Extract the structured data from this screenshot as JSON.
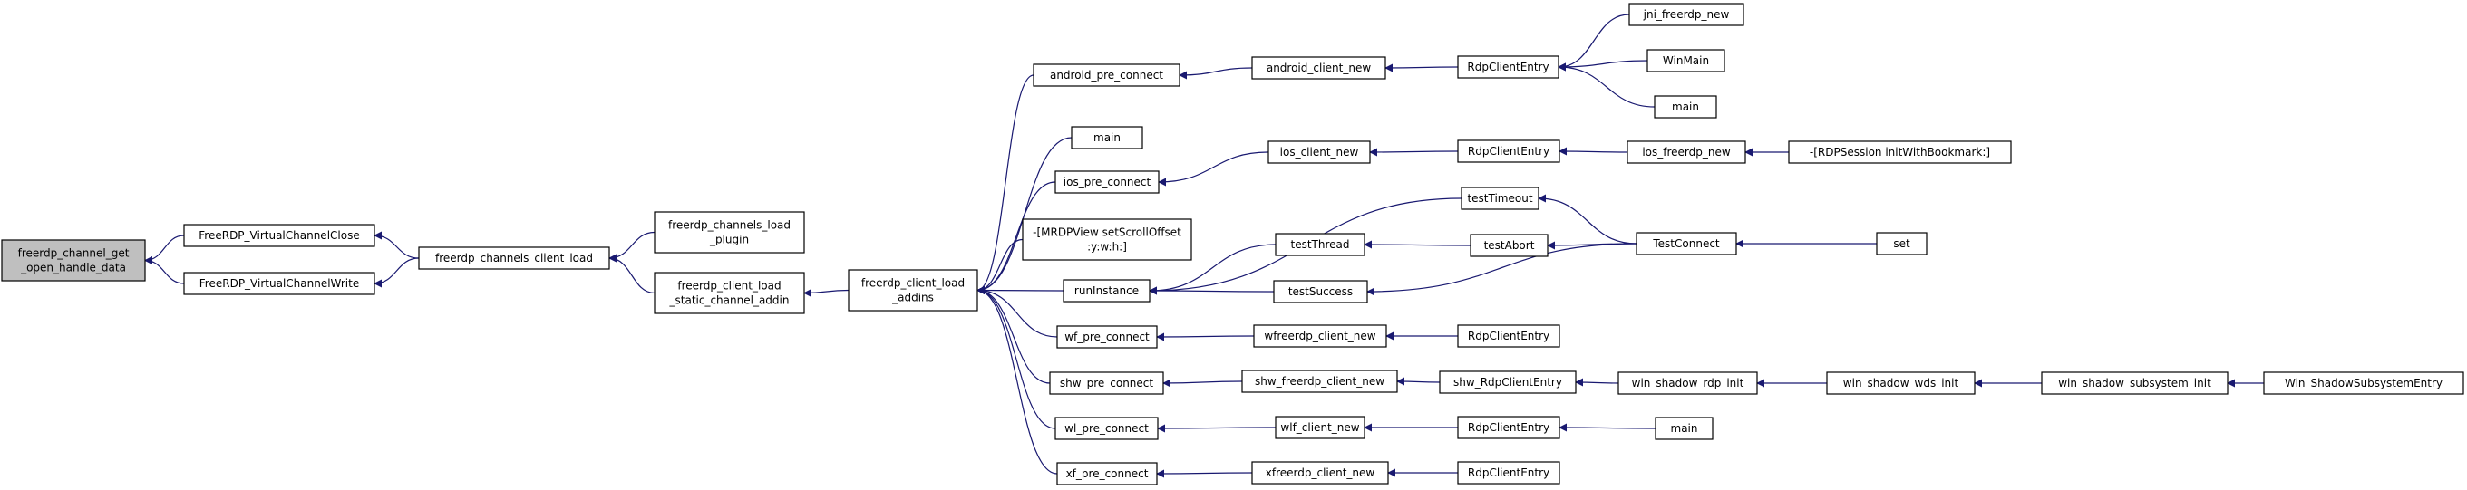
{
  "nodes": [
    {
      "id": "n0",
      "lines": [
        "freerdp_channel_get",
        "_open_handle_data"
      ],
      "root": true
    },
    {
      "id": "n1",
      "lines": [
        "FreeRDP_VirtualChannelClose"
      ]
    },
    {
      "id": "n2",
      "lines": [
        "FreeRDP_VirtualChannelWrite"
      ]
    },
    {
      "id": "n3",
      "lines": [
        "freerdp_channels_client_load"
      ]
    },
    {
      "id": "n4",
      "lines": [
        "freerdp_channels_load",
        "_plugin"
      ]
    },
    {
      "id": "n5",
      "lines": [
        "freerdp_client_load",
        "_static_channel_addin"
      ]
    },
    {
      "id": "n6",
      "lines": [
        "freerdp_client_load",
        "_addins"
      ]
    },
    {
      "id": "n7",
      "lines": [
        "android_pre_connect"
      ]
    },
    {
      "id": "n8",
      "lines": [
        "main"
      ]
    },
    {
      "id": "n9",
      "lines": [
        "ios_pre_connect"
      ]
    },
    {
      "id": "n10",
      "lines": [
        "-[MRDPView setScrollOffset",
        ":y:w:h:]"
      ]
    },
    {
      "id": "n11",
      "lines": [
        "runInstance"
      ]
    },
    {
      "id": "n12",
      "lines": [
        "wf_pre_connect"
      ]
    },
    {
      "id": "n13",
      "lines": [
        "shw_pre_connect"
      ]
    },
    {
      "id": "n14",
      "lines": [
        "wl_pre_connect"
      ]
    },
    {
      "id": "n15",
      "lines": [
        "xf_pre_connect"
      ]
    },
    {
      "id": "n16",
      "lines": [
        "android_client_new"
      ]
    },
    {
      "id": "n17",
      "lines": [
        "ios_client_new"
      ]
    },
    {
      "id": "n18",
      "lines": [
        "testTimeout"
      ]
    },
    {
      "id": "n19",
      "lines": [
        "testThread"
      ]
    },
    {
      "id": "n20",
      "lines": [
        "testSuccess"
      ]
    },
    {
      "id": "n21",
      "lines": [
        "wfreerdp_client_new"
      ]
    },
    {
      "id": "n22",
      "lines": [
        "shw_freerdp_client_new"
      ]
    },
    {
      "id": "n23",
      "lines": [
        "wlf_client_new"
      ]
    },
    {
      "id": "n24",
      "lines": [
        "xfreerdp_client_new"
      ]
    },
    {
      "id": "n25",
      "lines": [
        "RdpClientEntry"
      ]
    },
    {
      "id": "n26",
      "lines": [
        "RdpClientEntry"
      ]
    },
    {
      "id": "n27",
      "lines": [
        "testAbort"
      ]
    },
    {
      "id": "n28",
      "lines": [
        "RdpClientEntry"
      ]
    },
    {
      "id": "n29",
      "lines": [
        "shw_RdpClientEntry"
      ]
    },
    {
      "id": "n30",
      "lines": [
        "RdpClientEntry"
      ]
    },
    {
      "id": "n31",
      "lines": [
        "RdpClientEntry"
      ]
    },
    {
      "id": "n32",
      "lines": [
        "jni_freerdp_new"
      ]
    },
    {
      "id": "n33",
      "lines": [
        "WinMain"
      ]
    },
    {
      "id": "n34",
      "lines": [
        "main"
      ]
    },
    {
      "id": "n35",
      "lines": [
        "ios_freerdp_new"
      ]
    },
    {
      "id": "n36",
      "lines": [
        "TestConnect"
      ]
    },
    {
      "id": "n37",
      "lines": [
        "win_shadow_rdp_init"
      ]
    },
    {
      "id": "n38",
      "lines": [
        "main"
      ]
    },
    {
      "id": "n39",
      "lines": [
        "-[RDPSession initWithBookmark:]"
      ]
    },
    {
      "id": "n40",
      "lines": [
        "set"
      ]
    },
    {
      "id": "n41",
      "lines": [
        "win_shadow_wds_init"
      ]
    },
    {
      "id": "n42",
      "lines": [
        "win_shadow_subsystem_init"
      ]
    },
    {
      "id": "n43",
      "lines": [
        "Win_ShadowSubsystemEntry"
      ]
    }
  ],
  "edges": [
    {
      "from": "n1",
      "to": "n0"
    },
    {
      "from": "n2",
      "to": "n0"
    },
    {
      "from": "n3",
      "to": "n1"
    },
    {
      "from": "n3",
      "to": "n2"
    },
    {
      "from": "n4",
      "to": "n3"
    },
    {
      "from": "n5",
      "to": "n3"
    },
    {
      "from": "n6",
      "to": "n5"
    },
    {
      "from": "n7",
      "to": "n6"
    },
    {
      "from": "n8",
      "to": "n6"
    },
    {
      "from": "n9",
      "to": "n6"
    },
    {
      "from": "n10",
      "to": "n6"
    },
    {
      "from": "n11",
      "to": "n6"
    },
    {
      "from": "n12",
      "to": "n6"
    },
    {
      "from": "n13",
      "to": "n6"
    },
    {
      "from": "n14",
      "to": "n6"
    },
    {
      "from": "n15",
      "to": "n6"
    },
    {
      "from": "n16",
      "to": "n7"
    },
    {
      "from": "n17",
      "to": "n9"
    },
    {
      "from": "n18",
      "to": "n11"
    },
    {
      "from": "n19",
      "to": "n11"
    },
    {
      "from": "n20",
      "to": "n11"
    },
    {
      "from": "n21",
      "to": "n12"
    },
    {
      "from": "n22",
      "to": "n13"
    },
    {
      "from": "n23",
      "to": "n14"
    },
    {
      "from": "n24",
      "to": "n15"
    },
    {
      "from": "n25",
      "to": "n16"
    },
    {
      "from": "n26",
      "to": "n17"
    },
    {
      "from": "n27",
      "to": "n19"
    },
    {
      "from": "n28",
      "to": "n21"
    },
    {
      "from": "n29",
      "to": "n22"
    },
    {
      "from": "n30",
      "to": "n23"
    },
    {
      "from": "n31",
      "to": "n24"
    },
    {
      "from": "n32",
      "to": "n25"
    },
    {
      "from": "n33",
      "to": "n25"
    },
    {
      "from": "n34",
      "to": "n25"
    },
    {
      "from": "n35",
      "to": "n26"
    },
    {
      "from": "n36",
      "to": "n18"
    },
    {
      "from": "n36",
      "to": "n27"
    },
    {
      "from": "n36",
      "to": "n20"
    },
    {
      "from": "n37",
      "to": "n29"
    },
    {
      "from": "n38",
      "to": "n30"
    },
    {
      "from": "n39",
      "to": "n35"
    },
    {
      "from": "n40",
      "to": "n36"
    },
    {
      "from": "n41",
      "to": "n37"
    },
    {
      "from": "n42",
      "to": "n41"
    },
    {
      "from": "n43",
      "to": "n42"
    }
  ]
}
